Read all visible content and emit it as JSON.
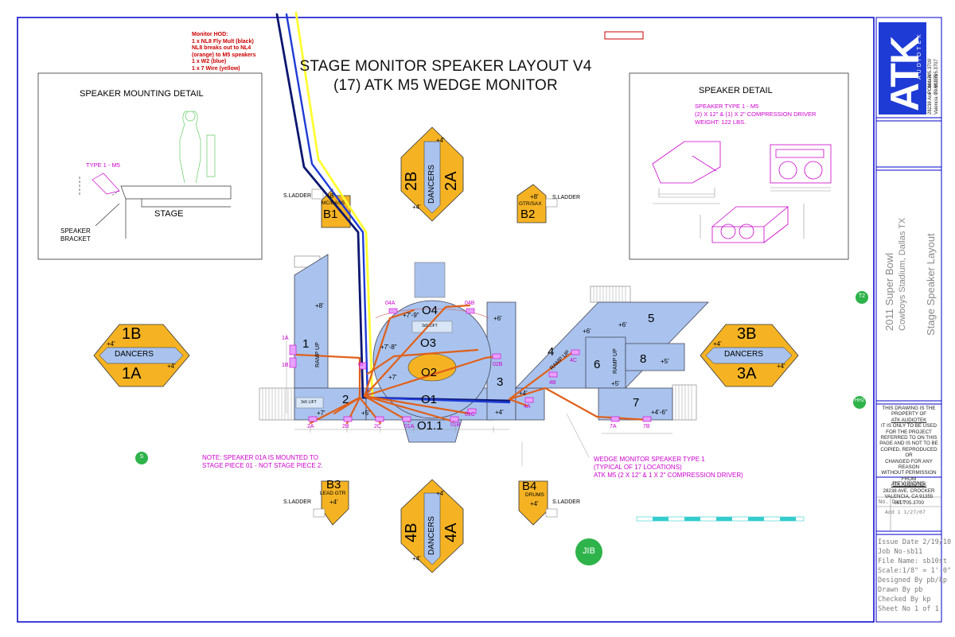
{
  "title": {
    "line1": "STAGE MONITOR SPEAKER LAYOUT V4",
    "line2": "(17) ATK M5 WEDGE MONITOR"
  },
  "monitor_note": {
    "heading": "Monitor HOD:",
    "lines": [
      "1 x NL8 Fly Mult (black)",
      "NL8 breaks out to NL4",
      "(orange) to M5 speakers",
      "1 x W2 (blue)",
      "1 x 7 Wire (yellow)"
    ]
  },
  "mounting_detail": {
    "heading": "SPEAKER MOUNTING DETAIL",
    "type_label": "TYPE 1 - M5",
    "stage_label": "STAGE",
    "bracket_line1": "SPEAKER",
    "bracket_line2": "BRACKET"
  },
  "speaker_detail": {
    "heading": "SPEAKER DETAIL",
    "line1": "SPEAKER TYPE 1 - M5",
    "line2": "(2) X 12\" & (1) X 2\" COMPRESSION DRIVER",
    "line3": "WEIGHT: 122 LBS."
  },
  "stage_pieces": {
    "p1": "1",
    "p2": "2",
    "p3": "3",
    "p4": "4",
    "p5": "5",
    "p6": "6",
    "p7": "7",
    "p8": "8",
    "o1": "O1",
    "o11": "O1.1",
    "o2": "O2",
    "o3": "O3",
    "o4": "O4",
    "ramp": "RAMP UP",
    "lift": "3x5 LIFT"
  },
  "elevations": {
    "e8a": "+8'",
    "e8b": "+8'",
    "e7a": "+7'",
    "e7b": "+7'",
    "e7c": "+7'",
    "e786": "+7'-8\"",
    "e79": "+7'-9\"",
    "e6a": "+6'",
    "e6b": "+6'",
    "e6c": "+6'",
    "e5a": "+5'",
    "e5b": "+5'",
    "e5c": "+5'",
    "e4a": "+4'",
    "e4b": "+4'",
    "e46": "+4'-6\""
  },
  "monitor_ids": {
    "m04a": "04A",
    "m04b": "04B",
    "m02b": "02B",
    "m4c": "4C",
    "m4b": "4B",
    "m4a": "4A",
    "m1a": "1A",
    "m1b": "1B",
    "m2a": "2A",
    "m2b": "2B",
    "m2c": "2C",
    "m01a": "01A",
    "m01b": "01B",
    "m01c": "01C",
    "m7a": "7A",
    "m7b": "7B",
    "m02": "02"
  },
  "risers": {
    "b1": {
      "id": "B1",
      "sub": "MC/BASS",
      "elev": "+8'"
    },
    "b2": {
      "id": "B2",
      "sub": "GTR/SAX",
      "elev": "+8'"
    },
    "b3": {
      "id": "B3",
      "sub": "LEAD GTR",
      "elev": "+4'"
    },
    "b4": {
      "id": "B4",
      "sub": "DRUMS",
      "elev": "+4'"
    },
    "ladder": "S.LADDER"
  },
  "dancers": {
    "label": "DANCERS",
    "r1a": "1A",
    "r1b": "1B",
    "r2a": "2A",
    "r2b": "2B",
    "r3a": "3A",
    "r3b": "3B",
    "r4a": "4A",
    "r4b": "4B",
    "elev": "+4'"
  },
  "notes": {
    "n01a_line1": "NOTE: SPEAKER 01A IS MOUNTED TO",
    "n01a_line2": "STAGE PIECE 01 - NOT STAGE PIECE 2.",
    "wedge_line1": "WEDGE MONITOR SPEAKER TYPE 1",
    "wedge_line2": "(TYPICAL OF 17 LOCATIONS)",
    "wedge_line3": "ATK M5 (2 X 12\" & 1 X 2\" COMPRESSION DRIVER)"
  },
  "markers": {
    "t2": "T2",
    "h2": "HH2",
    "s": "S",
    "jib": "JIB"
  },
  "title_block": {
    "logo": "ATK",
    "logo_sub": "AUDIOTEK",
    "phone": "P: 661.705.3700",
    "fax": "F: 661.705.3707",
    "addr1": "28238 Ave Crocker",
    "addr2": "Valencia CA 91355",
    "project1": "2011 Super Bowl",
    "project2": "Cowboys Stadium, Dallas TX",
    "project3": "Stage Speaker Layout",
    "notice": [
      "THIS DRAWING IS THE",
      "PROPERTY OF",
      "ATK AUDIOTEK",
      "IT IS ONLY TO BE USED",
      "FOR THE PROJECT",
      "REFERRED TO ON THIS",
      "PAGE AND IS NOT TO BE",
      "COPIED, REPRODUCED OR",
      "CHANGED FOR ANY REASON",
      "WITHOUT PERMISSION FROM",
      "ATK AUDIOTEK",
      "28238 AVE. CROCKER",
      "VALENCIA, CA 91355",
      "661.705.3700"
    ],
    "revisions": "REVISIONS",
    "rev_header": "No. Date",
    "rev_row": "Add 1 1/27/07",
    "issue": "Issue Date 2/19/10",
    "job": "Job No-sb11",
    "file": "File Name: sb10st",
    "scale": "Scale:1/8\" = 1'-0\"",
    "designed": "Designed By pb/kp",
    "drawn": "Drawn By pb",
    "checked": "Checked By kp",
    "sheet": "Sheet No 1 of 1"
  },
  "colors": {
    "border": "#0000cc",
    "riser_orange": "#f5b324",
    "stage_blue": "#a9c3ee",
    "cable_black": "#0b1670",
    "cable_blue": "#1f3bd6",
    "cable_yellow": "#ffff33",
    "cable_orange": "#e0601a",
    "magenta": "#cc00cc",
    "green": "#2db34a"
  }
}
